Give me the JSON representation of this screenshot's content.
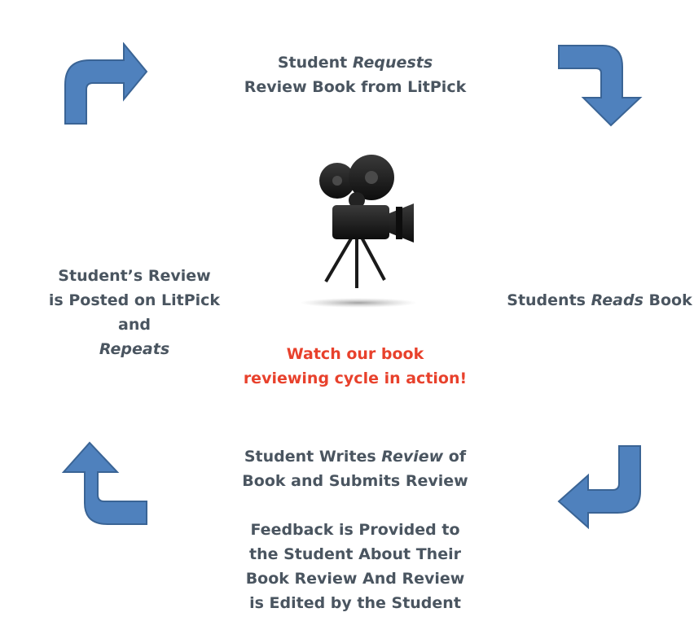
{
  "steps": {
    "request": {
      "line1_pre": "Student ",
      "line1_em": "Requests",
      "line2": "Review Book from LitPick"
    },
    "read": {
      "pre": "Students ",
      "em": "Reads",
      "post": " Book"
    },
    "write": {
      "line1_pre": "Student Writes ",
      "line1_em": "Review",
      "line1_post": " of",
      "line2": "Book and Submits Review",
      "feedback1": "Feedback is Provided to",
      "feedback2": "the Student About Their",
      "feedback3": "Book Review And Review",
      "feedback4": "is Edited by the Student"
    },
    "posted": {
      "line1": "Student’s Review",
      "line2": "is Posted on LitPick",
      "line3": "and",
      "line4_em": "Repeats"
    }
  },
  "cta": {
    "line1": "Watch our book",
    "line2": "reviewing cycle in action!"
  },
  "colors": {
    "arrow_fill": "#4f81bd",
    "arrow_stroke": "#3a6495",
    "cta_text": "#e8412c",
    "body_text": "#4a5560"
  },
  "icons": {
    "center": "movie-camera-icon",
    "arrows": [
      "arrow-top-left-icon",
      "arrow-top-right-icon",
      "arrow-bottom-right-icon",
      "arrow-bottom-left-icon"
    ]
  }
}
